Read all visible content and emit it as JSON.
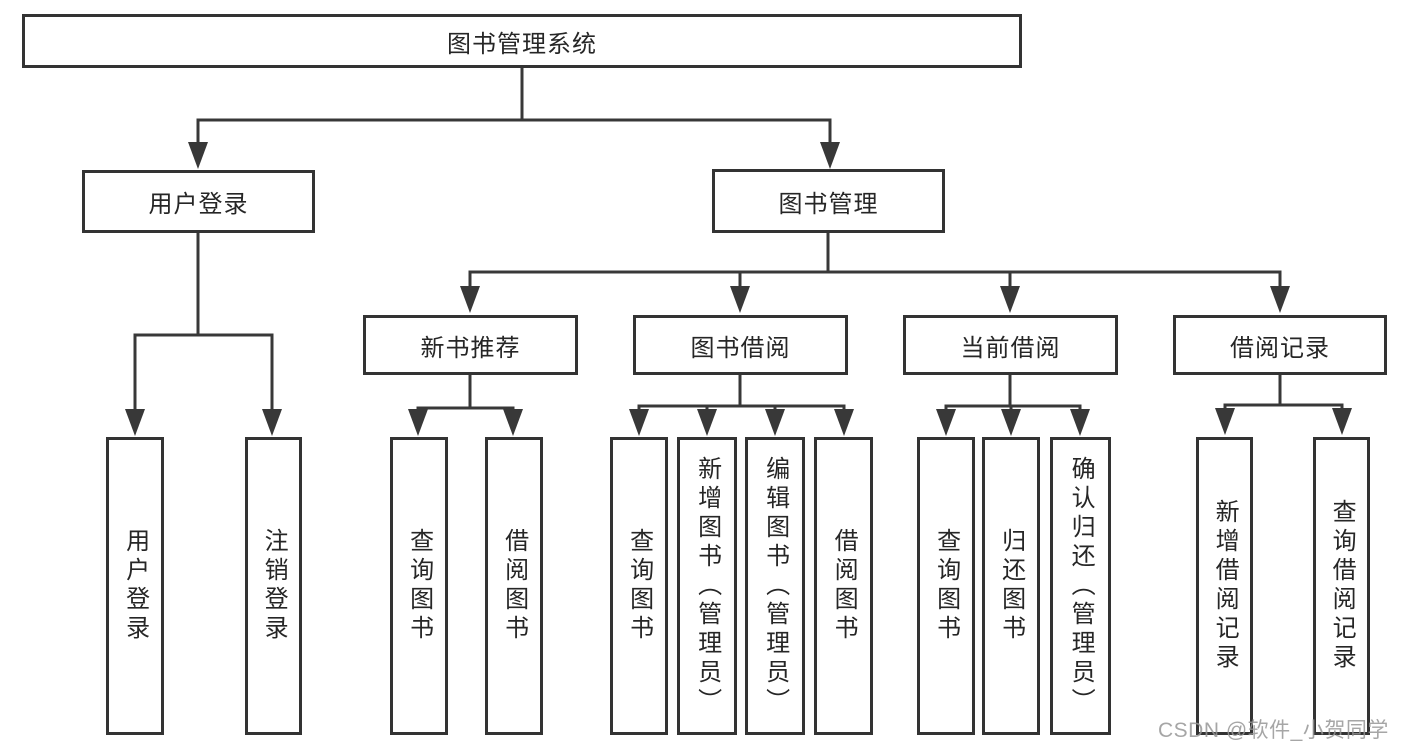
{
  "diagram": {
    "type": "tree",
    "nodes": {
      "root": {
        "label": "图书管理系统"
      },
      "userLogin": {
        "label": "用户登录"
      },
      "bookMgmt": {
        "label": "图书管理"
      },
      "newBook": {
        "label": "新书推荐"
      },
      "bookBorrow": {
        "label": "图书借阅"
      },
      "currBorrow": {
        "label": "当前借阅"
      },
      "borrowRec": {
        "label": "借阅记录"
      },
      "leafUserLogin": {
        "label": "用户登录"
      },
      "leafLogout": {
        "label": "注销登录"
      },
      "leafNbQuery": {
        "label": "查询图书"
      },
      "leafNbBorrow": {
        "label": "借阅图书"
      },
      "leafBbQuery": {
        "label": "查询图书"
      },
      "leafBbAdd": {
        "label": "新增图书（管理员）"
      },
      "leafBbEdit": {
        "label": "编辑图书（管理员）"
      },
      "leafBbBorrow": {
        "label": "借阅图书"
      },
      "leafCbQuery": {
        "label": "查询图书"
      },
      "leafCbReturn": {
        "label": "归还图书"
      },
      "leafCbConfirm": {
        "label": "确认归还（管理员）"
      },
      "leafBrAdd": {
        "label": "新增借阅记录"
      },
      "leafBrQuery": {
        "label": "查询借阅记录"
      }
    },
    "edges": [
      [
        "root",
        "userLogin"
      ],
      [
        "root",
        "bookMgmt"
      ],
      [
        "userLogin",
        "leafUserLogin"
      ],
      [
        "userLogin",
        "leafLogout"
      ],
      [
        "bookMgmt",
        "newBook"
      ],
      [
        "bookMgmt",
        "bookBorrow"
      ],
      [
        "bookMgmt",
        "currBorrow"
      ],
      [
        "bookMgmt",
        "borrowRec"
      ],
      [
        "newBook",
        "leafNbQuery"
      ],
      [
        "newBook",
        "leafNbBorrow"
      ],
      [
        "bookBorrow",
        "leafBbQuery"
      ],
      [
        "bookBorrow",
        "leafBbAdd"
      ],
      [
        "bookBorrow",
        "leafBbEdit"
      ],
      [
        "bookBorrow",
        "leafBbBorrow"
      ],
      [
        "currBorrow",
        "leafCbQuery"
      ],
      [
        "currBorrow",
        "leafCbReturn"
      ],
      [
        "currBorrow",
        "leafCbConfirm"
      ],
      [
        "borrowRec",
        "leafBrAdd"
      ],
      [
        "borrowRec",
        "leafBrQuery"
      ]
    ],
    "colors": {
      "line": "#383838",
      "box_border": "#333333",
      "text": "#262626",
      "background": "#ffffff"
    }
  },
  "watermark": {
    "text": "CSDN @软件_小贺同学",
    "color": "#969696"
  }
}
